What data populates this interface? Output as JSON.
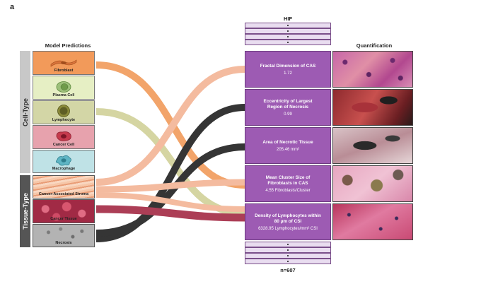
{
  "panel_letter": "a",
  "left_header": "Model Predictions",
  "hif_header": "HIF",
  "quant_header": "Quantification",
  "footer": "n=607",
  "side_labels": {
    "cell_type": "Cell-Type",
    "tissue_type": "Tissue-Type"
  },
  "cell_types": [
    {
      "label": "Fibroblast",
      "color": "#f29a5a",
      "icon": "fibroblast-icon"
    },
    {
      "label": "Plasma Cell",
      "color": "#e6efc4",
      "icon": "plasma-cell-icon"
    },
    {
      "label": "Lymphocyte",
      "color": "#d3d6a6",
      "icon": "lymphocyte-icon"
    },
    {
      "label": "Cancer Cell",
      "color": "#e7a2ad",
      "icon": "cancer-cell-icon"
    },
    {
      "label": "Macrophage",
      "color": "#bfe2e6",
      "icon": "macrophage-icon"
    }
  ],
  "tissue_types": [
    {
      "label": "Cancer-Associated Stroma",
      "color": "#f2b896"
    },
    {
      "label": "Cancer Tissue",
      "color": "#b9344e"
    },
    {
      "label": "Necrosis",
      "color": "#9a9a9a"
    }
  ],
  "hif_features": [
    {
      "title": "Fractal Dimension of CAS",
      "value": "1.72"
    },
    {
      "title": "Eccentricity of Largest Region of Necrosis",
      "value": "0.99"
    },
    {
      "title": "Area of Necrotic Tissue",
      "value": "205.46 mm²"
    },
    {
      "title": "Mean Cluster Size of Fibroblasts in CAS",
      "value": "4.55 Fibroblasts/Cluster"
    },
    {
      "title": "Density of Lymphocytes within 80 µm of CSI",
      "value": "6328.95 Lymphocytes/mm² CSI"
    }
  ],
  "flow_colors": {
    "fibroblast": "#f2a063",
    "lymphocyte": "#d3d39e",
    "stroma": "#f4b89a",
    "cancer": "#a8344e",
    "necrosis": "#2b2b2b"
  }
}
